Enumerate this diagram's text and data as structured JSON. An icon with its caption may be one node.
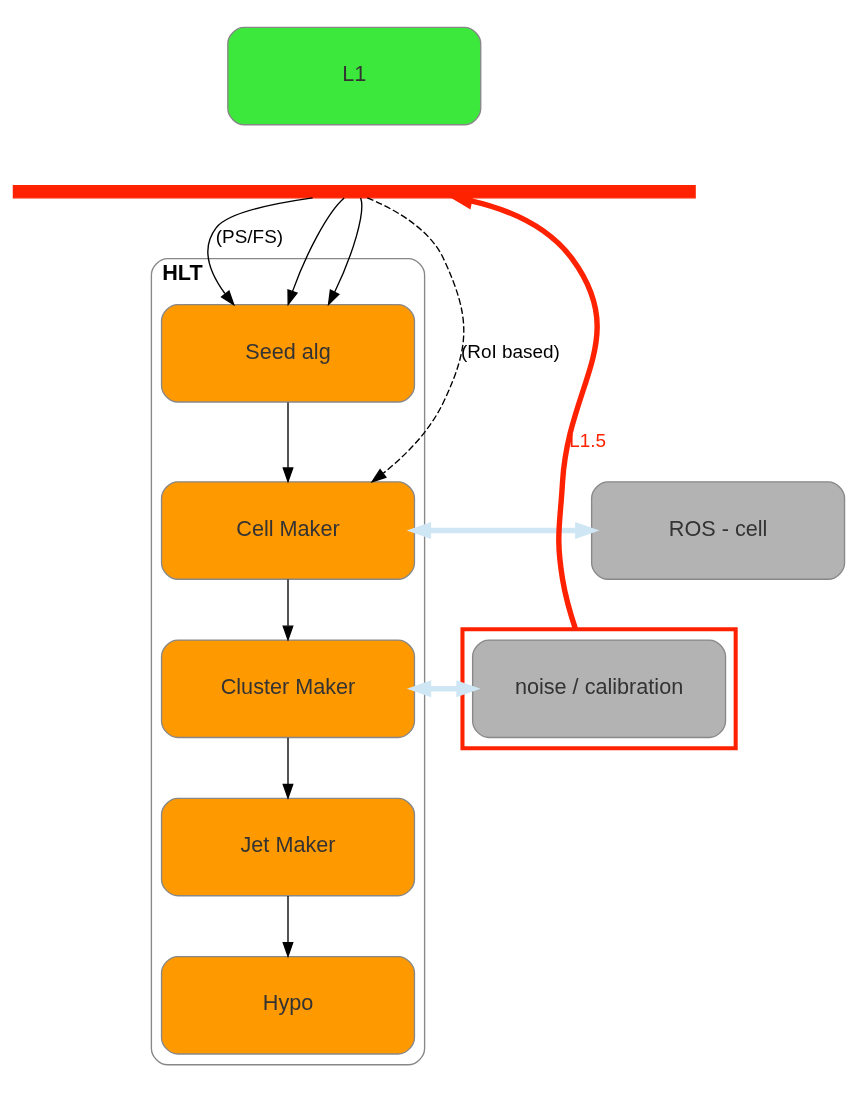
{
  "diagram": {
    "nodes": [
      {
        "text": [
          "L1"
        ]
      },
      {
        "text": [],
        "shape": "bar"
      },
      {
        "text": [
          "HLT"
        ]
      },
      {
        "text": [
          "Seed alg"
        ],
        "in": 2
      },
      {
        "text": [
          "Cell Maker"
        ],
        "in": 2
      },
      {
        "text": [
          "ROS - cell"
        ]
      },
      {
        "text": [],
        "shape": "box"
      },
      {
        "text": [
          "Cluster Maker"
        ],
        "in": 2
      },
      {
        "text": [
          "noise / calibration"
        ],
        "in": 6
      },
      {
        "text": [
          "Jet Maker"
        ],
        "in": 2
      },
      {
        "text": [
          "Hypo"
        ],
        "in": 2
      }
    ],
    "edges": [
      {
        "from": 1,
        "to": 3,
        "arrow": "to",
        "label": "(PS/FS)"
      },
      {
        "from": 1,
        "to": 3,
        "arrow": "to"
      },
      {
        "from": 1,
        "to": 3,
        "arrow": "to"
      },
      {
        "from": 1,
        "to": 4,
        "arrow": "to",
        "label": "(RoI based)",
        "style": "dashed"
      },
      {
        "from": 3,
        "to": 4,
        "arrow": "to"
      },
      {
        "from": 4,
        "to": 5,
        "arrow": "both",
        "style": "thick",
        "color": "#cfe6f5"
      },
      {
        "from": 4,
        "to": 7,
        "arrow": "to"
      },
      {
        "from": 7,
        "to": 8,
        "arrow": "both",
        "style": "thick",
        "color": "#cfe6f5"
      },
      {
        "from": 7,
        "to": 9,
        "arrow": "to"
      },
      {
        "from": 9,
        "to": 10,
        "arrow": "to"
      },
      {
        "from": 6,
        "to": 1,
        "arrow": "to",
        "label": "L1.5",
        "style": "thick",
        "color": "#ff2200"
      }
    ]
  }
}
